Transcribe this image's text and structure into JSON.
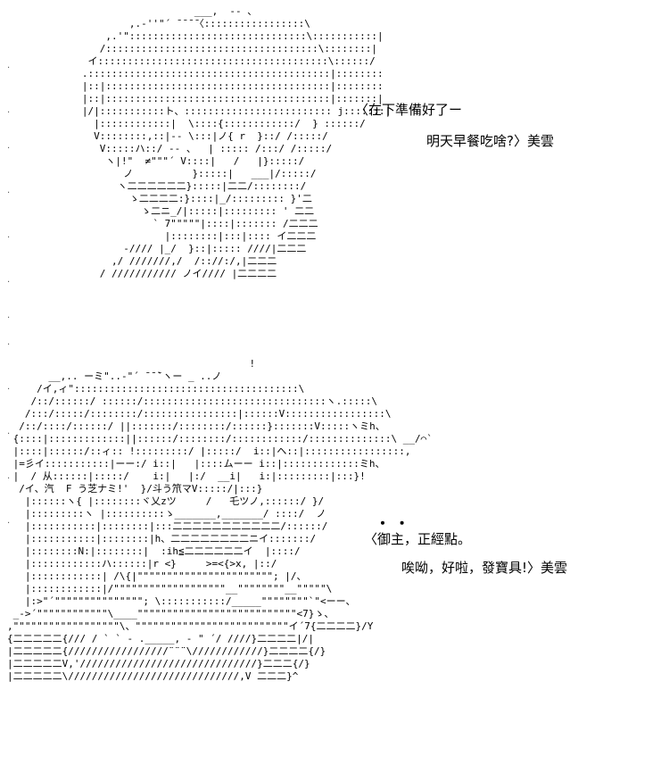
{
  "panels": [
    {
      "speech": [
        "〈在下準備好了ー",
        "明天早餐吃啥?〉美雲"
      ],
      "art_lines": [
        "                      ___,  -- 、",
        "           ,.-''\"´ ̄ ̄ ̄ ̄〈:::::::::::::::::\\",
        "       ,.'\"::::::::::::::::::::::::::::::\\:::::::::::|",
        "      /::::::::::::::::::::::::::::::::::::\\::::::::|",
        "    イ:::::::::::::::::::::::::::::::::::::::\\::::::/",
        "   .:::::::::::::::::::::::::::::::::::::::::|::::::::",
        "   |::|::::::::::::::::::::::::::::::::::::::|::::::::",
        "   |::|::::::::::::::::::::::::::::::::::::::|:::::::|",
        "   |/|:::::::::::ト、::::::::::::::::::::::::: j:::::::|",
        "     |::::::::::::|  \\::::{::::::::::::/  } ::::::/",
        "     V::::::::,::|-- \\:::|ノ{ r  }::/ /:::::/",
        "      V:::::ハ::/ ‐- 、  | ::::: /:::/ /:::::/",
        "       ヽ|!\"  ≠\"\"\"´ V::::|   /   |}:::::/",
        "          ノ          }:::::|   ___|/:::::/",
        "         ヽ二二二二二二}:::::|二二/::::::::/",
        "           ゝ二二二二:}::::|_/::::::::: }'二",
        "             ゝ二ニ_/|:::::|::::::::: ' 二二",
        "               ` 7\"\"\"\"\"|::::|::::::: /二二二",
        "                 |::::::::|:::|:::: イ二二二",
        "          -//// |_/  }::|::::: ////|二二二",
        "        ,/ ///////,/  /:://:/,|二二二",
        "      / /////////// ノイ//// |二二二二"
      ]
    },
    {
      "speech": [
        "〈御主，正經點。",
        "唉呦，好啦，發寶具!〉美雲"
      ],
      "emphasis_dots": "・ ・",
      "exclamation": "!",
      "art_lines": [
        "                                         !",
        "       __,.. ーミ\"..‐\"´ ̄ ̄ ̄`ヽー _ ..ノ",
        "     /イ,ィ\"::::::::::::::::::::::::::::::::::::::\\",
        "    /::/::::::/ ::::::/:::::::::::::::::::::::::::::::ヽ.:::::\\",
        "   /:::/:::::/::::::::/::::::::::::::::|::::::V:::::::::::::::::\\",
        "  /::/::::/::::::/ ||:::::::/::::::::/::::::}:::::::V:::::ヽミh、",
        " {::::|:::::::::::::||::::::/::::::::/::::::::::::/::::::::::::::\\ __/⌒`",
        " |::::|::::::/::ィ:: !:::::::::/ |:::::/  i::|ヘ::|:::::::::::::::::,",
        " |=彡イ:::::::::::|ーー:/ i::|   |::::ムーー i::|:::::::::::::ミh、",
        " |  / 从::::::|:::::/    i:|   |:/  __i|   i:|:::::::::|:::}!",
        "  /イ、汽  F う芝ナミ!'  }/斗う笊マV:::::/|:::}",
        "   |::::::ヽ{ |::::::::ヾ乂zツ     /   乇ツノ,::::::/ }/",
        "   |:::::::::ヽ |::::::::::ゝ_______,_______/ ::::/  ノ",
        "   |:::::::::::|::::::::|:::二二二二二二二二二二二/::::::/",
        "   |:::::::::::|::::::::|h、二二二二二二二二ニイ:::::::/",
        "   |::::::::N:|::::::::|  :ih≦二二二二二二イ  |::::/",
        "   |::::::::::::ハ::::::|r <}     >=<{>x, |::/",
        "   |::::::::::::| /\\{|\"\"\"\"\"\"\"\"\"\"\"\"\"\"\"\"\"\"\"\"\"\"\"; |/、",
        "   |::::::::::::|/\"\"\"\"\"\"\"\"\"\"\"\"\"\"\"\"\"\"\"__\"\"\"\"\"\"\"\"__\"\"\"\"\"\\",
        "   |:>\"´\"\"\"\"\"\"\"\"\"\"\"\"\"\"\"; \\:::::::::::/_____\"\"\"\"\"\"\"\"`\"<ーー、",
        " _->´\"\"\"\"\"\"\"\"\"\"\"\"\\____\"\"\"\"\"\"\"\"\"\"\"\"\"\"\"\"\"\"\"\"\"\"\"\"\"\"\"<7}ゝ、",
        ",\"\"\"\"\"\"\"\"\"\"\"\"\"\"\"\"\"\"\\、\"\"\"\"\"\"\"\"\"\"\"\"\"\"\"\"\"\"\"\"\"\"\"\"\"\"イ´7{二二二二}/Y",
        "{二二二二二{/// / ` ` ‐ ._____, ‐ \" ´/ ////}二二二二|/|",
        "|二二二二二{/////////////////¨¨¨\\////////////}二二二二{/}",
        "|二二二二二V,'//////////////////////////////}二二二{/}",
        "|二二二二二\\/////////////////////////////,V 二二二}^"
      ]
    }
  ]
}
